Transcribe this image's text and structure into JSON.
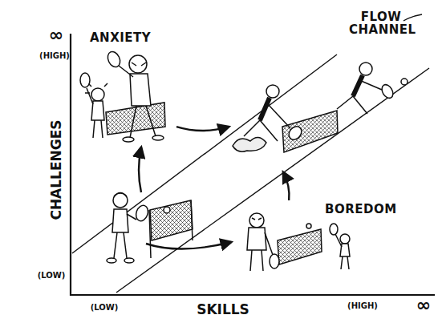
{
  "diagram": {
    "nodes": [
      {
        "text": [
          "ANXIETY"
        ]
      },
      {
        "text": [
          "FLOW CHANNEL"
        ]
      },
      {
        "text": [
          "BOREDOM"
        ]
      }
    ],
    "edges": [
      {
        "from": 0,
        "to": 1,
        "arrow": "to"
      },
      {
        "from": 2,
        "to": 1,
        "arrow": "to"
      }
    ],
    "labels": [
      "∞",
      "(HIGH)",
      "CHALLENGES",
      "(LOW)",
      "(LOW)",
      "SKILLS",
      "(HIGH)",
      "∞"
    ]
  }
}
